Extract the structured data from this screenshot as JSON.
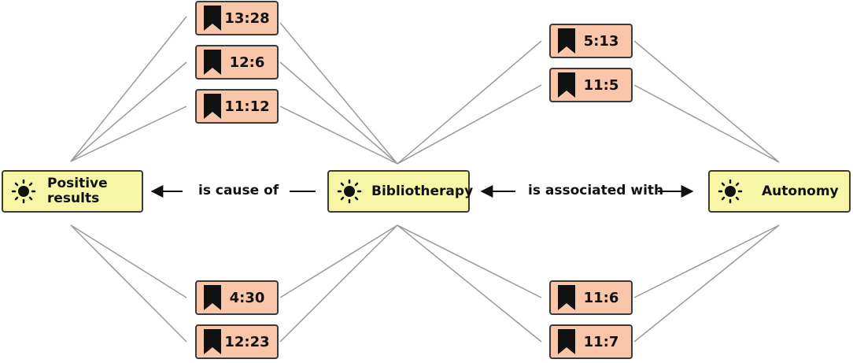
{
  "nodes": {
    "positive": {
      "label_line1": "Positive",
      "label_line2": "results",
      "icon": "sun-icon"
    },
    "bibliotherapy": {
      "label": "Bibliotherapy",
      "icon": "sun-icon"
    },
    "autonomy": {
      "label": "Autonomy",
      "icon": "sun-icon"
    }
  },
  "relations": {
    "left": "is cause of",
    "right": "is associated with"
  },
  "quotations": {
    "top_left": [
      "13:28",
      "12:6",
      "11:12"
    ],
    "top_right": [
      "5:13",
      "11:5"
    ],
    "bottom_left": [
      "4:30",
      "12:23"
    ],
    "bottom_right": [
      "11:6",
      "11:7"
    ]
  },
  "colors": {
    "concept_fill": "#f7f6a6",
    "quotation_fill": "#f9c6a9",
    "border": "#3a3a3a",
    "link": "#9a9a9a"
  }
}
